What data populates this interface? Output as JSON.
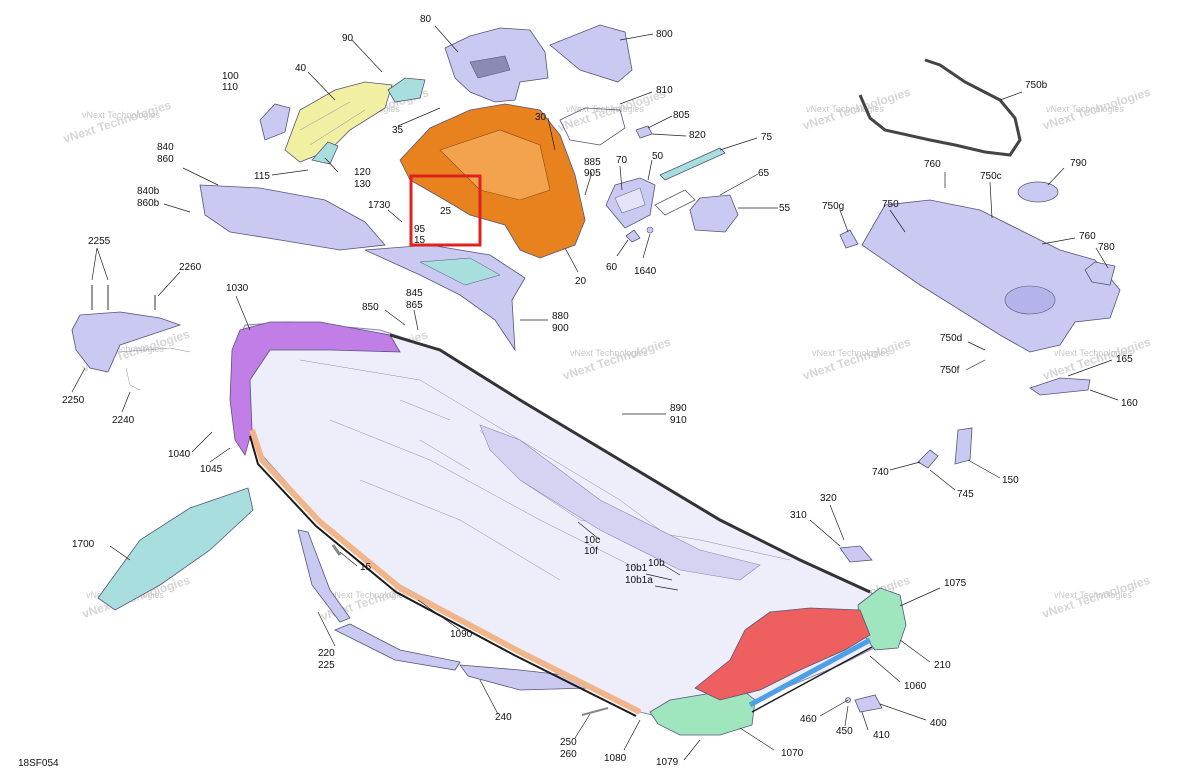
{
  "diagram": {
    "code": "18SF054",
    "watermark": "vNext Technologies",
    "highlight_label": "25",
    "colors": {
      "part_fill": "#c9c9f2",
      "orange": "#e8821e",
      "yellow": "#f1f0a2",
      "purple": "#c07ee6",
      "green": "#9fe6bf",
      "red": "#ee5f5f",
      "blue": "#4f9fe8",
      "teal": "#a9dede",
      "highlight": "#e02020"
    },
    "labels": {
      "l80": "80",
      "l800": "800",
      "l90": "90",
      "l100": "100",
      "l110": "110",
      "l40": "40",
      "l35": "35",
      "l810": "810",
      "l805": "805",
      "l820": "820",
      "l75": "75",
      "l30": "30",
      "l885": "885",
      "l905": "905",
      "l70": "70",
      "l50": "50",
      "l65": "65",
      "l55": "55",
      "l115": "115",
      "l120": "120",
      "l130": "130",
      "l840": "840",
      "l860": "860",
      "l840b": "840b",
      "l860b": "860b",
      "l1730": "1730",
      "l25": "25",
      "l95": "95",
      "l15a": "15",
      "l20": "20",
      "l60": "60",
      "l1640": "1640",
      "l2255": "2255",
      "l2260": "2260",
      "l1030": "1030",
      "l850": "850",
      "l845": "845",
      "l865": "865",
      "l880": "880",
      "l900": "900",
      "l2250": "2250",
      "l2240": "2240",
      "l1040": "1040",
      "l1045": "1045",
      "l890": "890",
      "l910": "910",
      "l750b": "750b",
      "l760a": "760",
      "l790": "790",
      "l750g": "750g",
      "l750": "750",
      "l750c": "750c",
      "l760b": "760",
      "l780": "780",
      "l750d": "750d",
      "l750f": "750f",
      "l165": "165",
      "l160": "160",
      "l740": "740",
      "l745": "745",
      "l150": "150",
      "l320": "320",
      "l310": "310",
      "l10c": "10c",
      "l10f": "10f",
      "l10b": "10b",
      "l10b1": "10b1",
      "l10b1a": "10b1a",
      "l1700": "1700",
      "l15b": "15",
      "l220": "220",
      "l225": "225",
      "l1090": "1090",
      "l240": "240",
      "l250": "250",
      "l260": "260",
      "l1080": "1080",
      "l1079": "1079",
      "l1070": "1070",
      "l1075": "1075",
      "l210": "210",
      "l1060": "1060",
      "l460": "460",
      "l450": "450",
      "l410": "410",
      "l400": "400"
    }
  }
}
